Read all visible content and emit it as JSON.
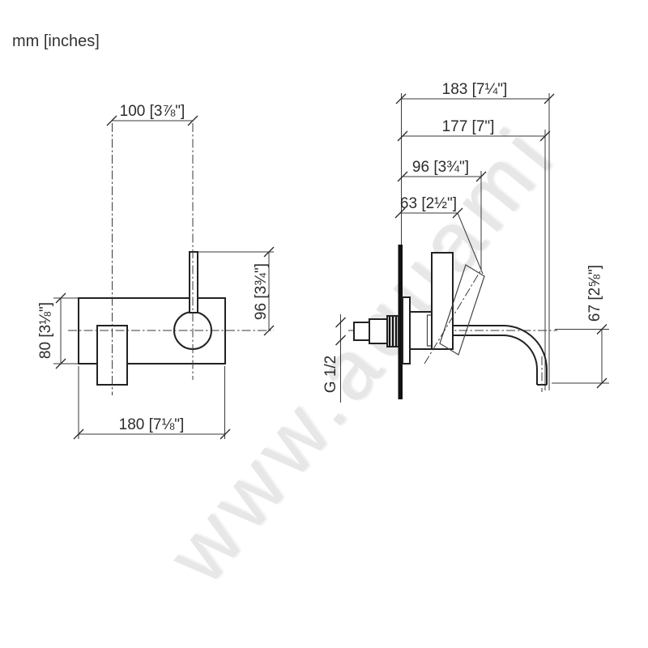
{
  "title_note": "mm [inches]",
  "watermark": "www.aquami",
  "front_view": {
    "dim_handle_offset": "100 [3⅞\"]",
    "dim_handle_height": "96 [3¾\"]",
    "dim_plate_height": "80 [3⅛\"]",
    "dim_plate_width": "180 [7⅛\"]"
  },
  "side_view": {
    "dim_total_projection": "183 [7¼\"]",
    "dim_spout_reach": "177 [7\"]",
    "dim_handle_open_projection": "96 [3¾\"]",
    "dim_handle_projection": "63 [2½\"]",
    "dim_spout_drop": "67 [2⅝\"]",
    "thread_label": "G 1/2"
  },
  "colors": {
    "line": "#222222",
    "thin_line": "#3a3a3a",
    "watermark": "#e7e7e7",
    "background": "#ffffff"
  }
}
